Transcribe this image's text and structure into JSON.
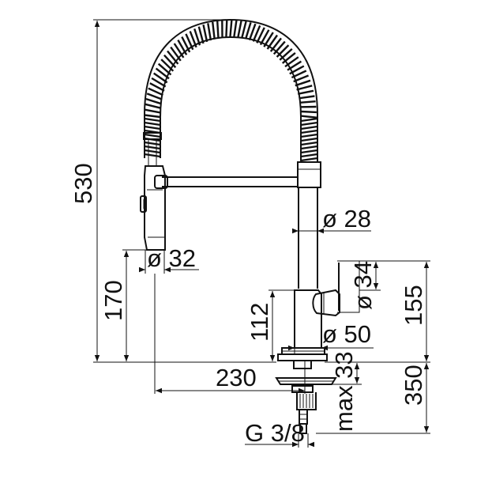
{
  "drawing": {
    "dimensions": {
      "overall_height": "530",
      "spout_holder_height": "170",
      "body_height": "112",
      "spout_diameter": "ø 32",
      "column_diameter": "ø 28",
      "lever_diameter": "ø 34",
      "body_diameter": "ø 50",
      "reach": "230",
      "lever_height": "155",
      "max_thickness": "max 33",
      "under_deck_length": "350",
      "thread": "G 3/8"
    }
  }
}
